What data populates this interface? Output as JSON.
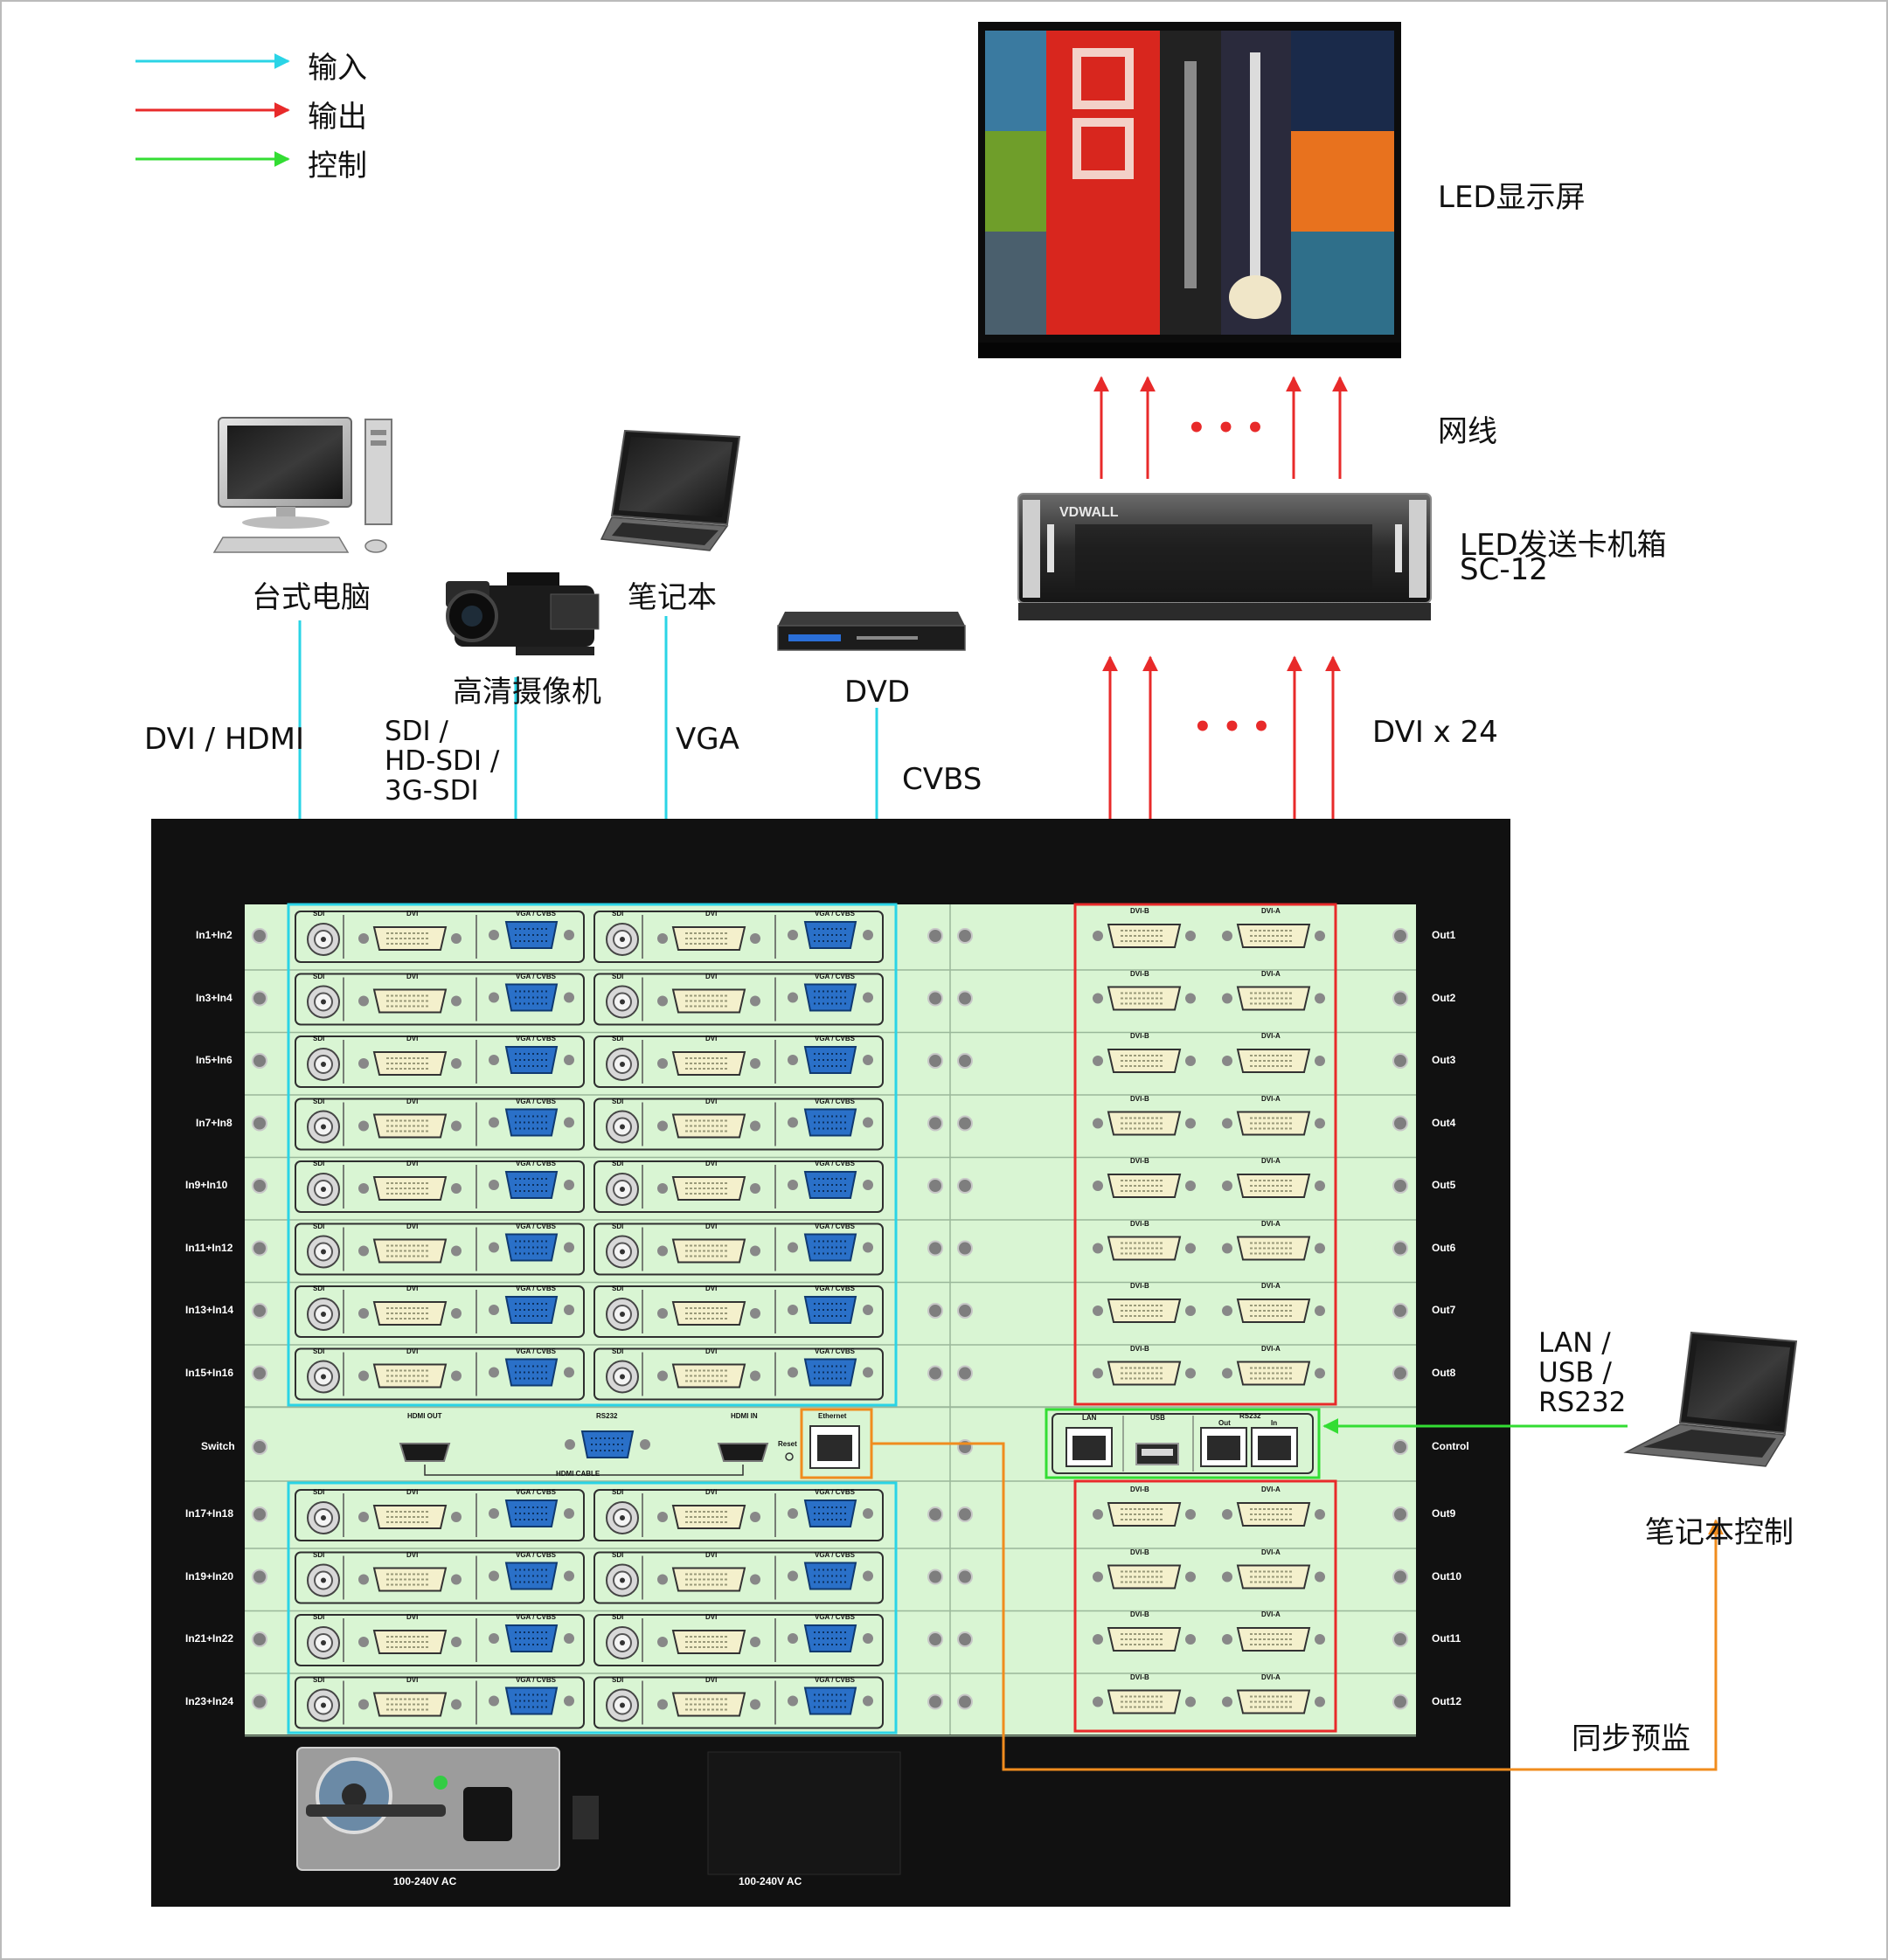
{
  "legend": {
    "input": "输入",
    "output": "输出",
    "control": "控制"
  },
  "colors": {
    "input": "#2ad4e6",
    "output": "#e82a2a",
    "control": "#33dd33",
    "preview": "#f08c1e",
    "panel": "#d9f5d3",
    "chassis": "#111111"
  },
  "devices": {
    "led_screen": "LED显示屏",
    "network_cable": "网线",
    "sender_box_line1": "LED发送卡机箱",
    "sender_box_line2": "SC-12",
    "sender_brand": "VDWALL",
    "desktop": "台式电脑",
    "camera": "高清摄像机",
    "laptop": "笔记本",
    "dvd": "DVD",
    "laptop_control": "笔记本控制"
  },
  "signals": {
    "dvi_hdmi": "DVI / HDMI",
    "sdi": "SDI /\nHD-SDI /\n3G-SDI",
    "vga": "VGA",
    "cvbs": "CVBS",
    "dvi_x24": "DVI x 24",
    "lan_usb_rs232": "LAN /\nUSB /\nRS232",
    "sync_preview": "同步预监",
    "dots": "• • •"
  },
  "rows_top": [
    {
      "in": "In1+In2",
      "out": "Out1"
    },
    {
      "in": "In3+In4",
      "out": "Out2"
    },
    {
      "in": "In5+In6",
      "out": "Out3"
    },
    {
      "in": "In7+In8",
      "out": "Out4"
    },
    {
      "in": "In9+In10",
      "out": "Out5"
    },
    {
      "in": "In11+In12",
      "out": "Out6"
    },
    {
      "in": "In13+In14",
      "out": "Out7"
    },
    {
      "in": "In15+In16",
      "out": "Out8"
    }
  ],
  "switch_row": {
    "left": "Switch",
    "right": "Control",
    "hdmi_out": "HDMI OUT",
    "rs232": "RS232",
    "hdmi_in": "HDMI IN",
    "hdmi_cable": "HDMI CABLE",
    "reset": "Reset",
    "ethernet": "Ethernet",
    "lan": "LAN",
    "usb": "USB",
    "rs232_ctl": "RS232",
    "out": "Out",
    "in": "In"
  },
  "rows_bottom": [
    {
      "in": "In17+In18",
      "out": "Out9"
    },
    {
      "in": "In19+In20",
      "out": "Out10"
    },
    {
      "in": "In21+In22",
      "out": "Out11"
    },
    {
      "in": "In23+In24",
      "out": "Out12"
    }
  ],
  "port_labels": {
    "sdi": "SDI",
    "dvi": "DVI",
    "vga_cvbs": "VGA / CVBS",
    "dvi_b": "DVI-B",
    "dvi_a": "DVI-A"
  },
  "power": {
    "left": "100-240V AC",
    "right": "100-240V AC"
  }
}
